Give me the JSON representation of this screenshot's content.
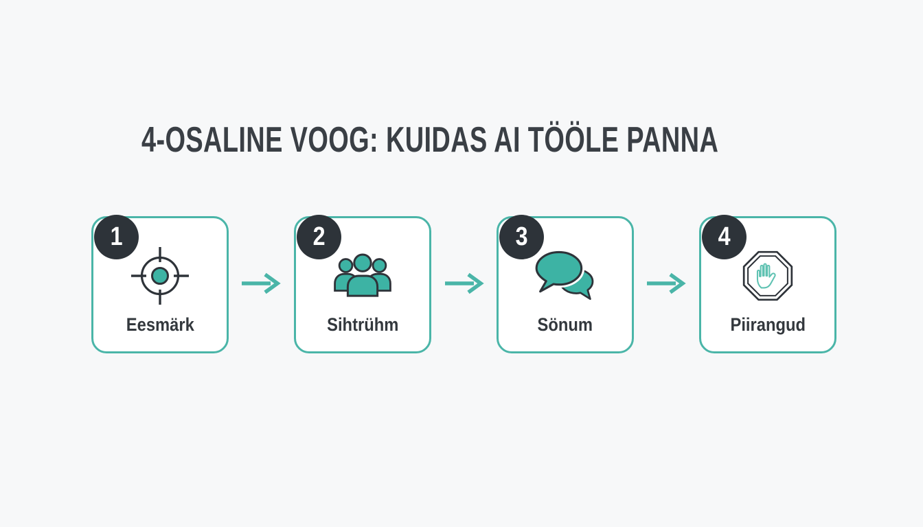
{
  "title": "4-OSALINE VOOG: KUIDAS AI TÖÖLE PANNA",
  "colors": {
    "background": "#f7f8f9",
    "box_background": "#ffffff",
    "teal_border": "#4ab5a8",
    "teal_fill": "#3db3a4",
    "teal_light": "#5fc2b2",
    "dark": "#2e3339",
    "badge_bg": "#2d3339",
    "badge_text": "#ffffff",
    "title_color": "#3a3f45",
    "label_color": "#33383d"
  },
  "steps": [
    {
      "number": "1",
      "label": "Eesmärk",
      "icon": "target-crosshair-icon"
    },
    {
      "number": "2",
      "label": "Sihtrühm",
      "icon": "audience-people-icon"
    },
    {
      "number": "3",
      "label": "Sönum",
      "icon": "speech-bubbles-icon"
    },
    {
      "number": "4",
      "label": "Piirangud",
      "icon": "stop-hand-icon"
    }
  ]
}
